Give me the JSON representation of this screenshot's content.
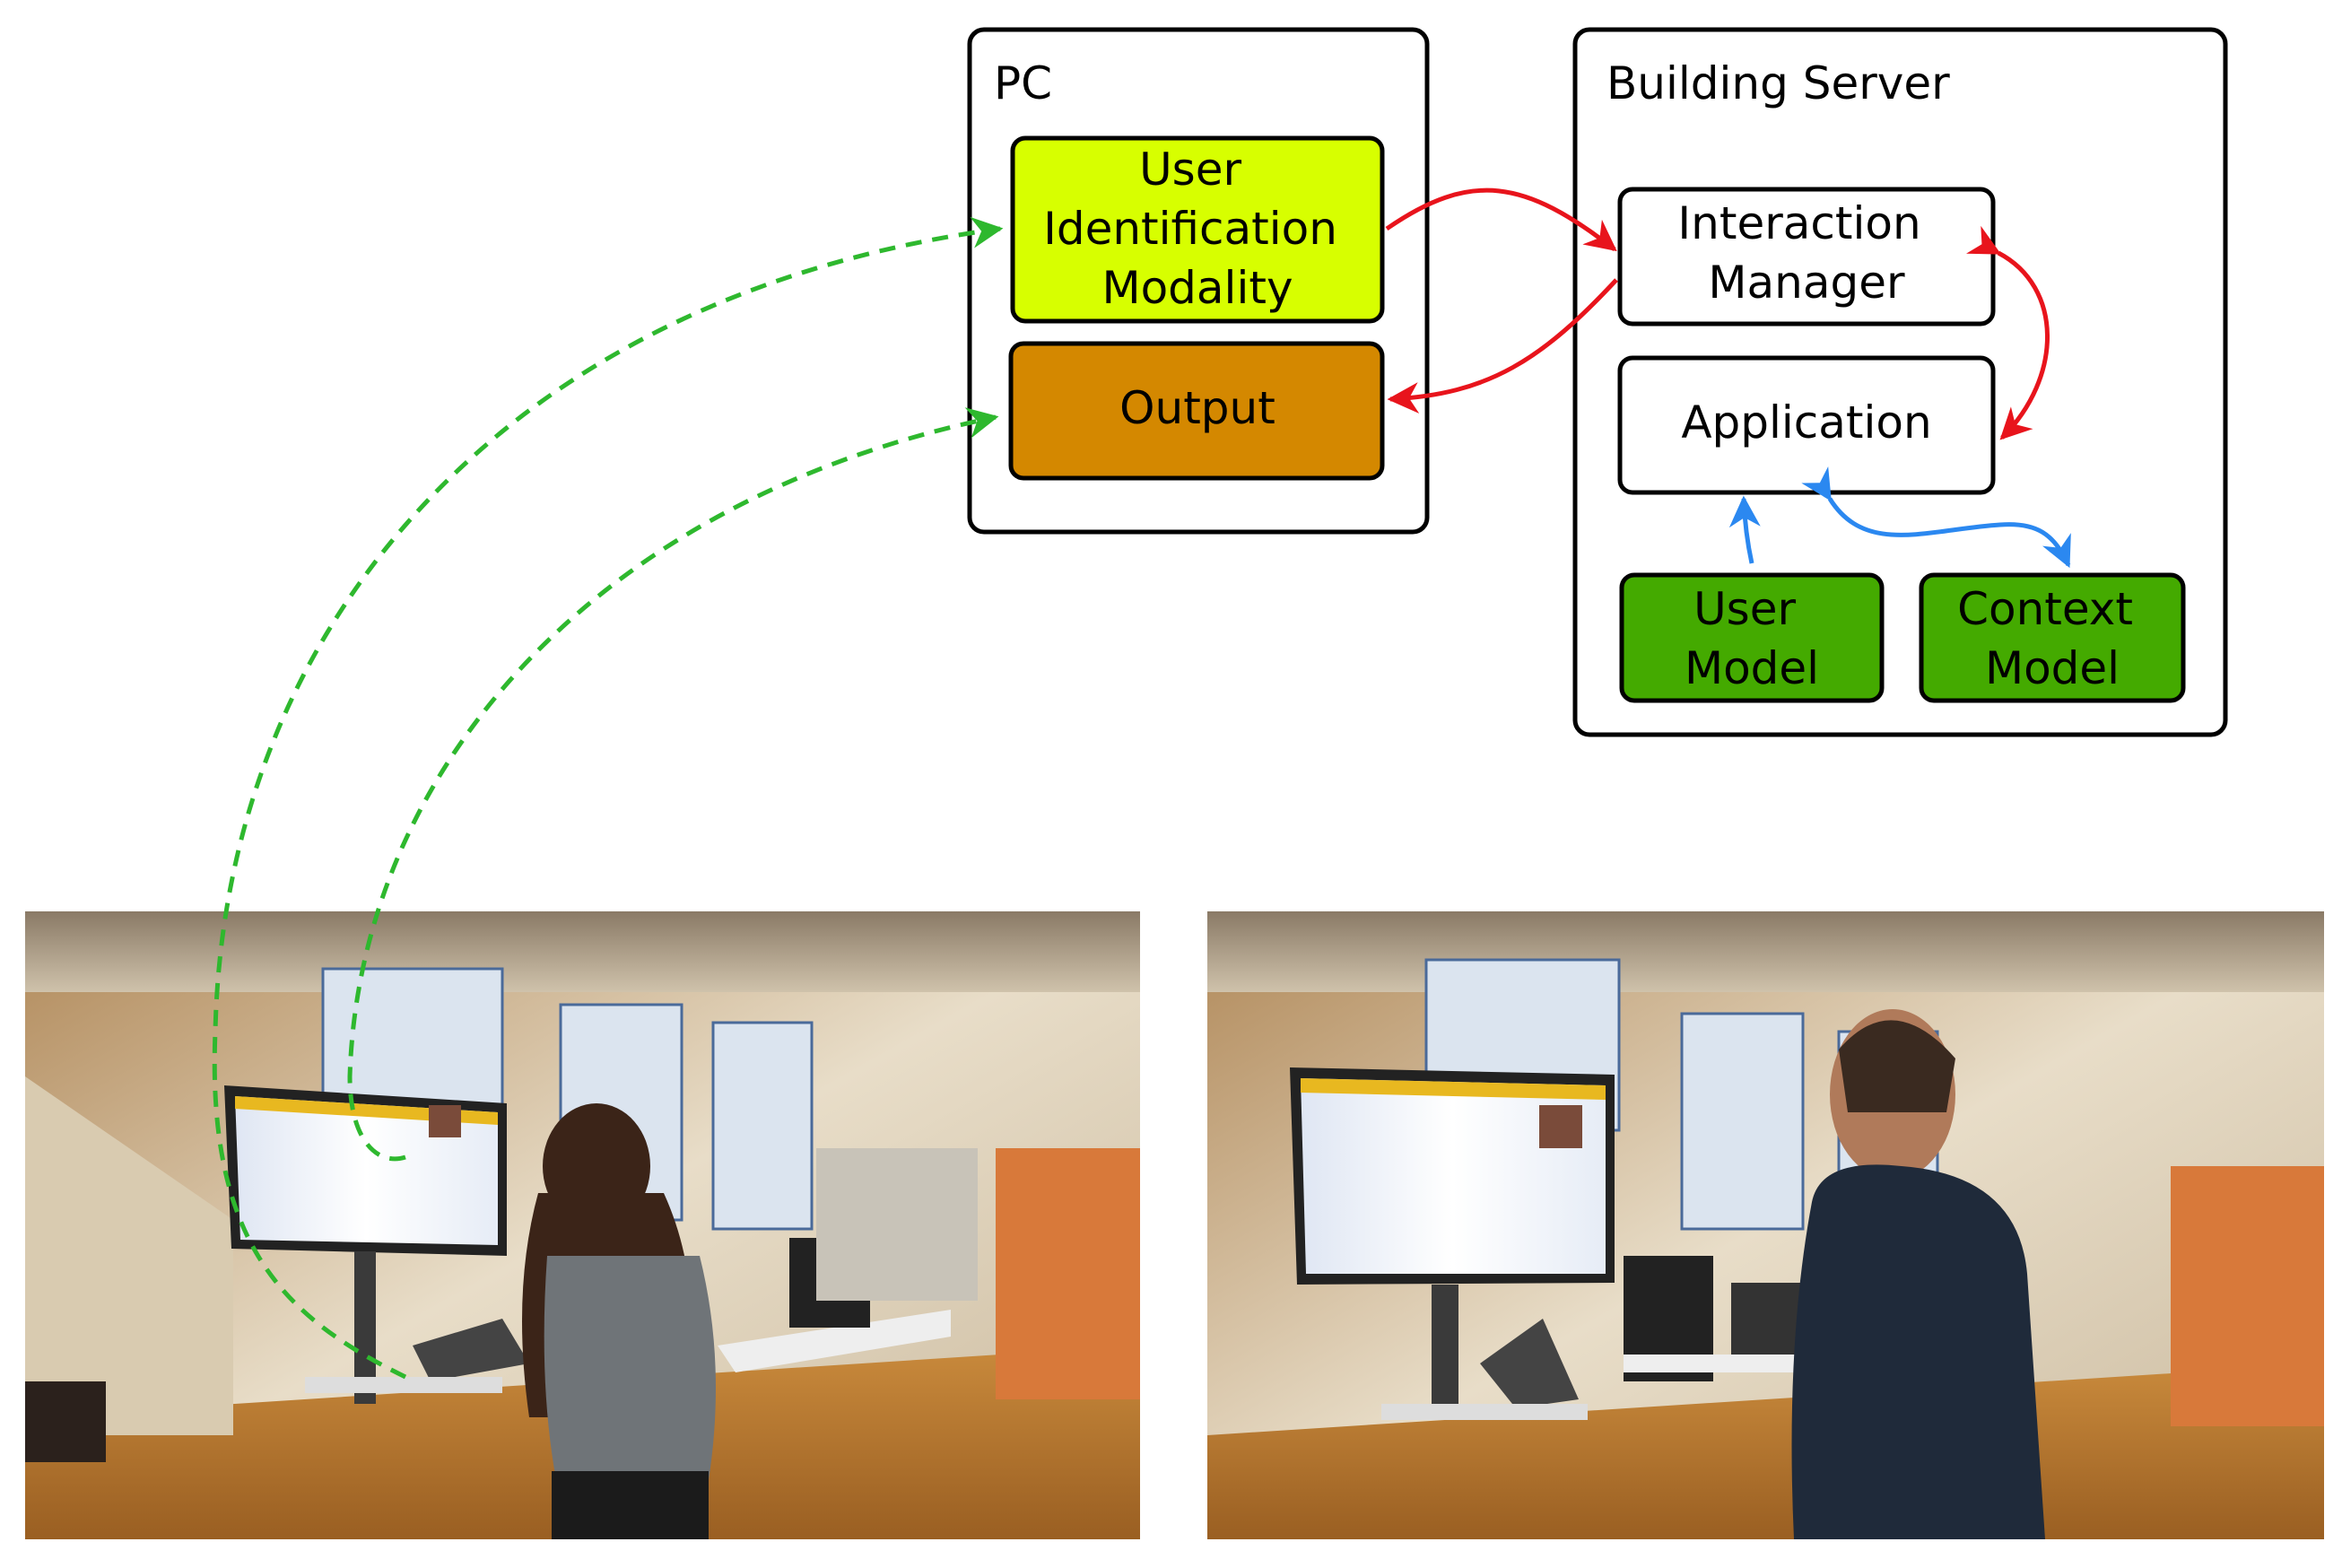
{
  "pc": {
    "title": "PC"
  },
  "server": {
    "title": "Building Server"
  },
  "modules": {
    "uid": {
      "lines": [
        "User",
        "Identification",
        "Modality"
      ]
    },
    "output": {
      "lines": [
        "Output"
      ]
    },
    "im": {
      "lines": [
        "Interaction",
        "Manager"
      ]
    },
    "app": {
      "lines": [
        "Application"
      ]
    },
    "user_model": {
      "lines": [
        "User",
        "Model"
      ]
    },
    "context_model": {
      "lines": [
        "Context",
        "Model"
      ]
    }
  },
  "colors": {
    "uid": "#d7ff00",
    "output": "#d48800",
    "models": "#44aa00",
    "red_arrow": "#e8141c",
    "blue_arrow": "#2b88f0",
    "green_arrow": "#2eb82e"
  },
  "photos": {
    "left": {
      "description_icon": "photo-woman-at-display"
    },
    "right": {
      "description_icon": "photo-man-at-display"
    }
  }
}
